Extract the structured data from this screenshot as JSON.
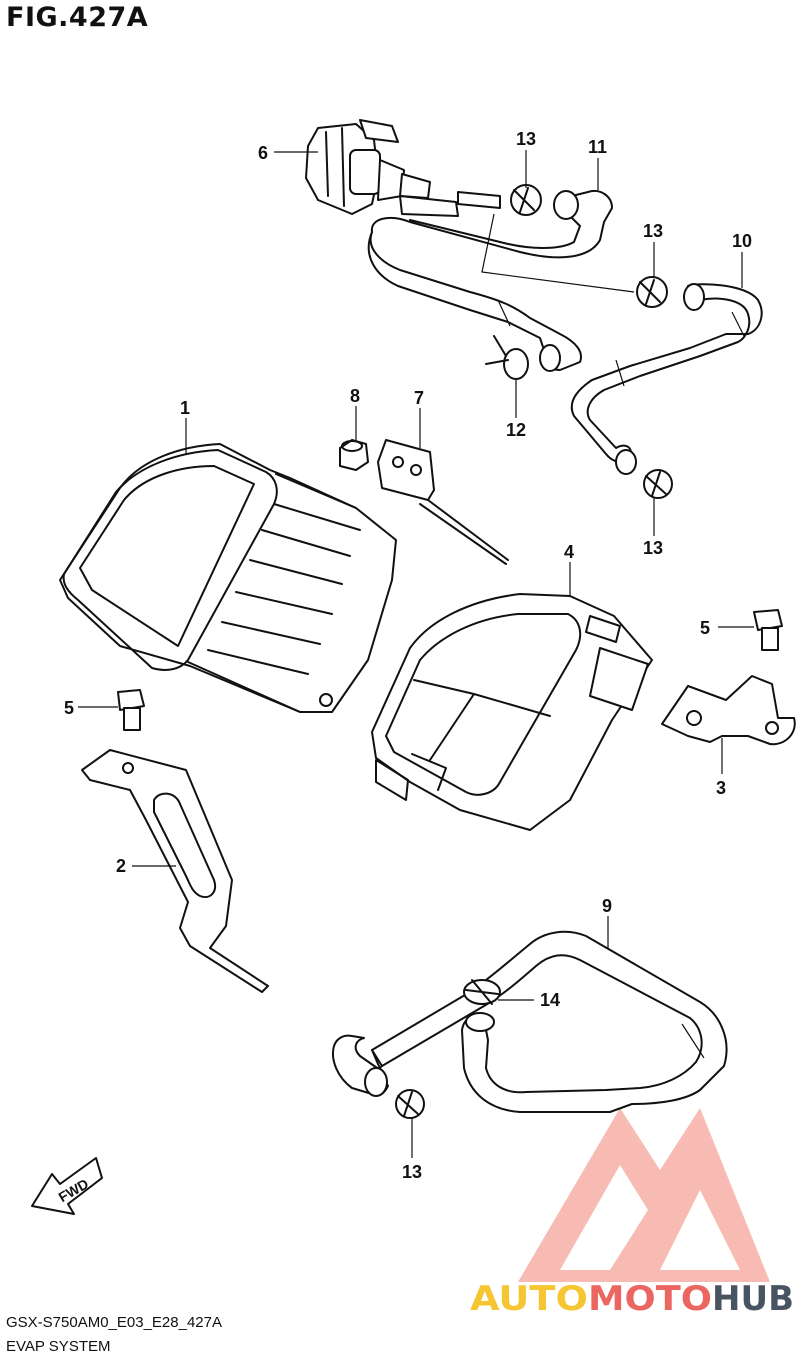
{
  "figure": {
    "title": "FIG.427A"
  },
  "footer": {
    "code": "GSX-S750AM0_E03_E28_427A",
    "caption": "EVAP SYSTEM"
  },
  "fwd_label": "FWD",
  "watermark": {
    "part1": "AUTO",
    "part2": "MOTO",
    "part3": "HUB",
    "color1": "#f5b800",
    "color2": "#e8413a",
    "color3": "#1b2a3c"
  },
  "callouts": {
    "p1": "1",
    "p2": "2",
    "p3": "3",
    "p4": "4",
    "p5a": "5",
    "p5b": "5",
    "p6": "6",
    "p7": "7",
    "p8": "8",
    "p9": "9",
    "p10": "10",
    "p11": "11",
    "p12": "12",
    "p13a": "13",
    "p13b": "13",
    "p13c": "13",
    "p13d": "13",
    "p14": "14"
  }
}
